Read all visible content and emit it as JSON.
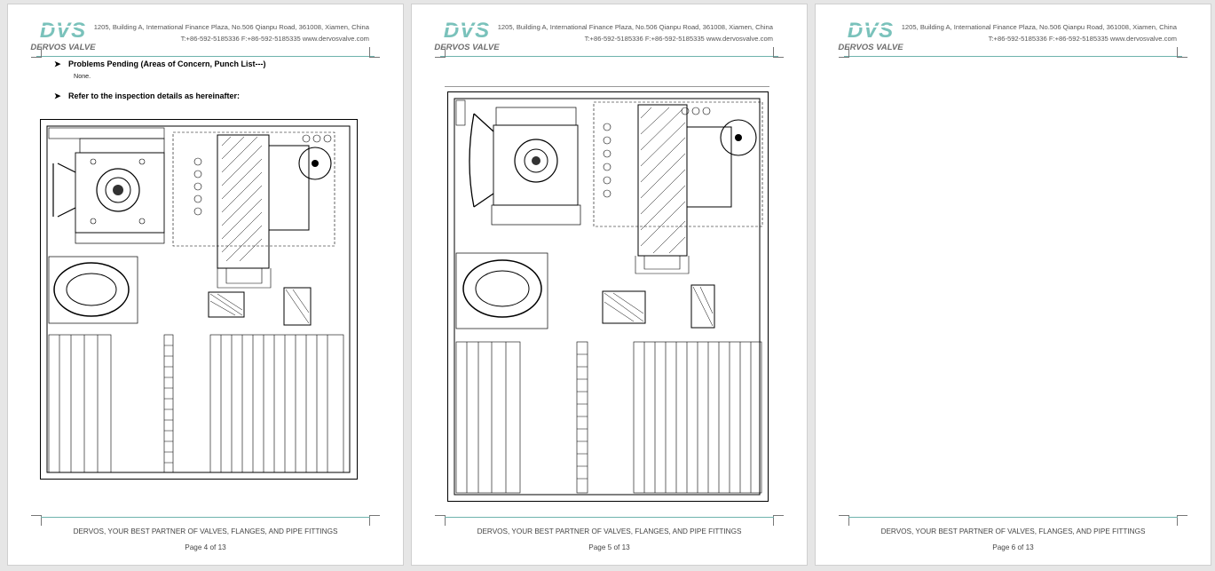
{
  "header": {
    "company_short": "DVS",
    "company_name": "DERVOS VALVE",
    "address": "1205, Building A, International Finance Plaza, No.506 Qianpu Road, 361008, Xiamen, China",
    "contact": "T:+86-592-5185336   F:+86-592-5185335   www.dervosvalve.com"
  },
  "footer": {
    "slogan": "DERVOS, YOUR BEST PARTNER OF VALVES, FLANGES, AND PIPE FITTINGS"
  },
  "pages": [
    {
      "page_label": "Page 4 of 13",
      "bullet1": "Problems Pending (Areas of Concern, Punch List---)",
      "bullet1_note": "None.",
      "bullet2": "Refer to the inspection details as hereinafter:"
    },
    {
      "page_label": "Page 5 of 13"
    },
    {
      "page_label": "Page 6 of 13"
    }
  ],
  "colors": {
    "accent": "#6fb3ad",
    "logo_teal": "#7ac2bb",
    "logo_grey": "#6d6d6d"
  }
}
